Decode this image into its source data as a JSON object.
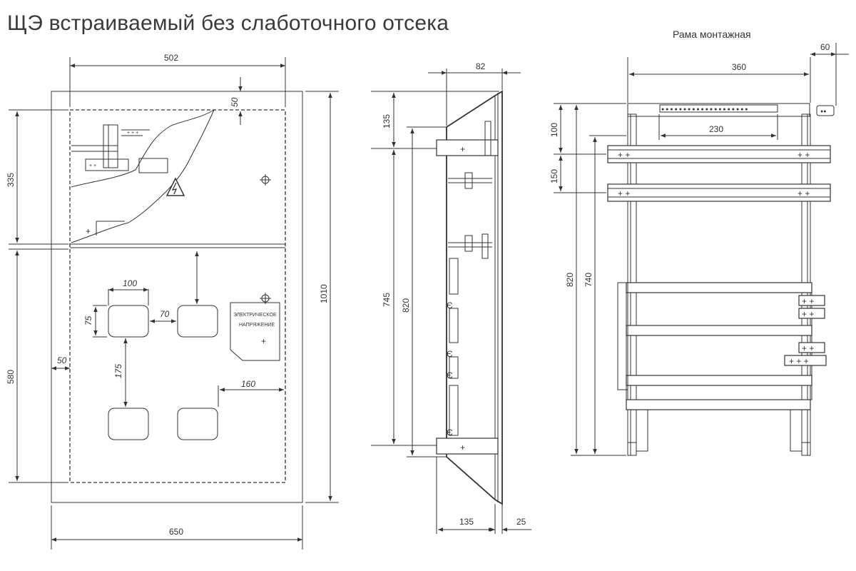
{
  "title": "ЩЭ встраиваемый без слаботочного отсека",
  "frame_title": "Рама монтажная",
  "front_view": {
    "outer_width": "650",
    "door_width": "502",
    "total_height": "1010",
    "upper_height": "335",
    "lower_height": "580",
    "top_offset": "50",
    "side_offset": "50",
    "window_width": "100",
    "window_height": "75",
    "window_gap": "70",
    "window_vertical_gap": "175",
    "right_offset": "160",
    "warning_label_line1": "ЭЛЕКТРИЧЕСКОЕ",
    "warning_label_line2": "НАПРЯЖЕНИЕ"
  },
  "side_view": {
    "top_depth": "82",
    "top_offset": "135",
    "inner_height": "745",
    "outer_height": "820",
    "bottom_depth": "135",
    "door_thickness": "25"
  },
  "frame_view": {
    "width": "360",
    "side_offset": "60",
    "bar_width": "230",
    "top_offset": "100",
    "rail_spacing": "150",
    "total_height": "820",
    "inner_height": "740"
  }
}
